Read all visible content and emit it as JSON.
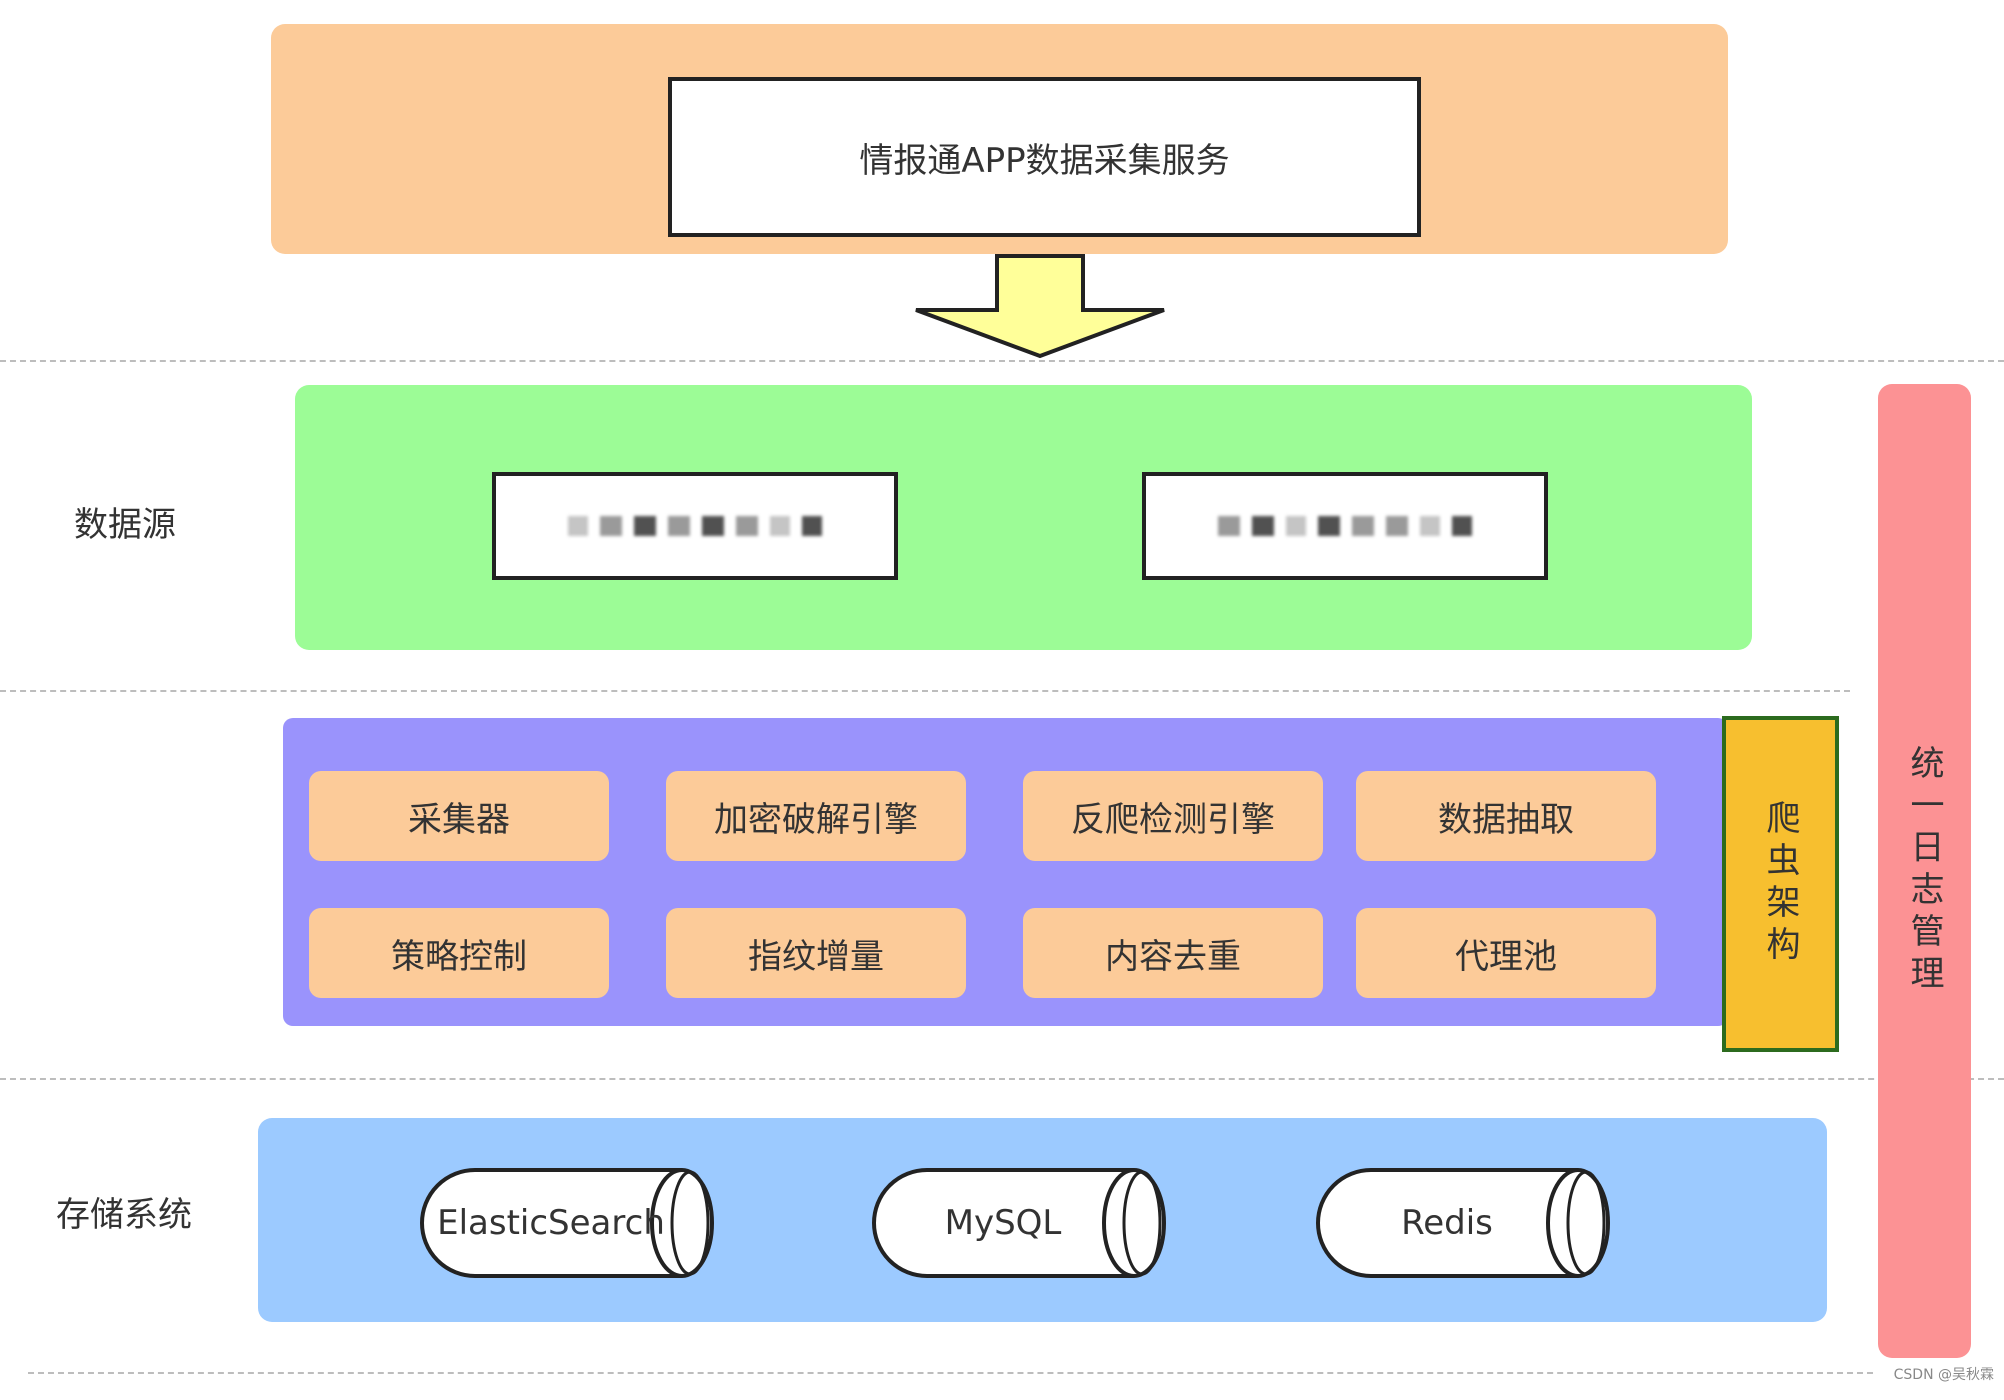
{
  "service": {
    "title": "情报通APP数据采集服务"
  },
  "layers": {
    "data_source": "数据源",
    "storage": "存储系统"
  },
  "crawler": {
    "modules": [
      "采集器",
      "加密破解引擎",
      "反爬检测引擎",
      "数据抽取",
      "策略控制",
      "指纹增量",
      "内容去重",
      "代理池"
    ],
    "architecture_label": "爬虫架构"
  },
  "storage_systems": [
    "ElasticSearch",
    "MySQL",
    "Redis"
  ],
  "log_management": "统一日志管理",
  "watermark": "CSDN @吴秋霖",
  "colors": {
    "service_band": "#fccb99",
    "source_band": "#9cfc96",
    "crawler_band": "#9a93fc",
    "module_fill": "#fccb99",
    "crawler_arch": "#f7bf2f",
    "storage_band": "#9ccaff",
    "log_bar": "#fc9294",
    "arrow": "#ffff99"
  }
}
